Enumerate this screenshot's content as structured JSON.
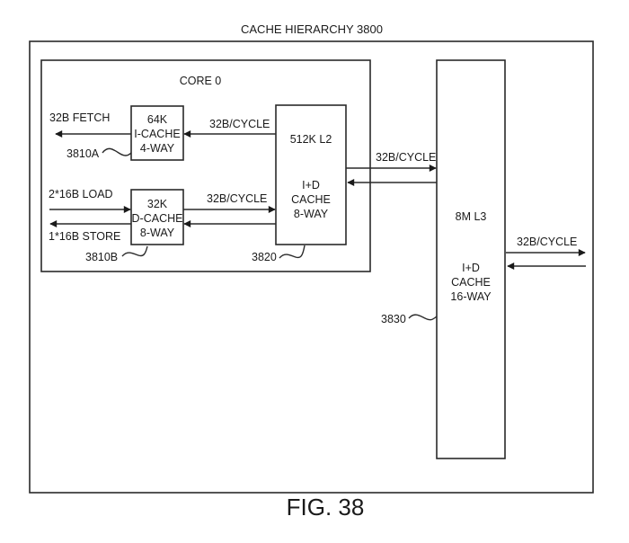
{
  "figure": {
    "title": "CACHE HIERARCHY 3800",
    "caption": "FIG. 38"
  },
  "core": {
    "label": "CORE 0"
  },
  "icache": {
    "lines": [
      "64K",
      "I-CACHE",
      "4-WAY"
    ],
    "ref": "3810A",
    "output_label": "32B FETCH",
    "l2_link_label": "32B/CYCLE"
  },
  "dcache": {
    "lines": [
      "32K",
      "D-CACHE",
      "8-WAY"
    ],
    "ref": "3810B",
    "load_label": "2*16B LOAD",
    "store_label": "1*16B STORE",
    "l2_link_label": "32B/CYCLE"
  },
  "l2": {
    "lines": [
      "512K L2",
      "I+D",
      "CACHE",
      "8-WAY"
    ],
    "ref": "3820",
    "l3_link_label": "32B/CYCLE"
  },
  "l3": {
    "lines": [
      "8M L3",
      "I+D",
      "CACHE",
      "16-WAY"
    ],
    "ref": "3830",
    "external_link_label": "32B/CYCLE"
  }
}
